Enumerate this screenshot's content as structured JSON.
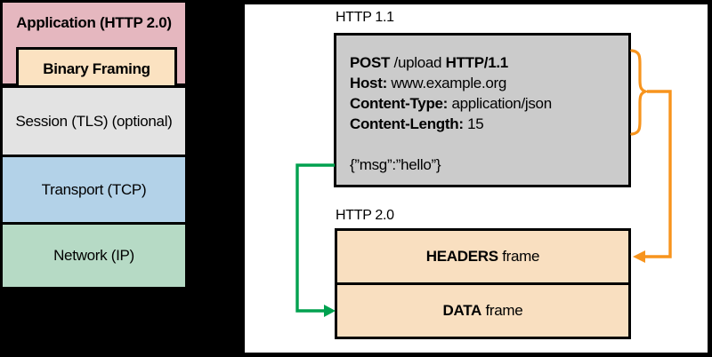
{
  "colors": {
    "canvas_bg": "#000000",
    "panel_bg": "#ffffff",
    "app_pink": "#e5b7bf",
    "binary_peach": "#fbe2c1",
    "session_gray": "#e3e3e3",
    "transport_blue": "#b3d2e8",
    "network_green": "#b6dac5",
    "request_gray": "#cbcbcb",
    "frame_peach": "#f9dfc0",
    "arrow_green": "#00a14f",
    "arrow_orange": "#f7941d"
  },
  "stack": {
    "application_label": "Application (HTTP 2.0)",
    "binary_framing_label": "Binary Framing",
    "session_label": "Session (TLS) (optional)",
    "transport_label": "Transport (TCP)",
    "network_label": "Network (IP)"
  },
  "http11": {
    "title": "HTTP 1.1",
    "request": {
      "line1": {
        "method": "POST",
        "path": " /upload ",
        "version": "HTTP/1.1"
      },
      "line2": {
        "key": "Host:",
        "value": " www.example.org"
      },
      "line3": {
        "key": "Content-Type:",
        "value": " application/json"
      },
      "line4": {
        "key": "Content-Length:",
        "value": " 15"
      },
      "body": "{”msg”:”hello”}"
    }
  },
  "http20": {
    "title": "HTTP 2.0",
    "headers_frame": {
      "bold": "HEADERS",
      "rest": " frame"
    },
    "data_frame": {
      "bold": "DATA",
      "rest": " frame"
    }
  }
}
